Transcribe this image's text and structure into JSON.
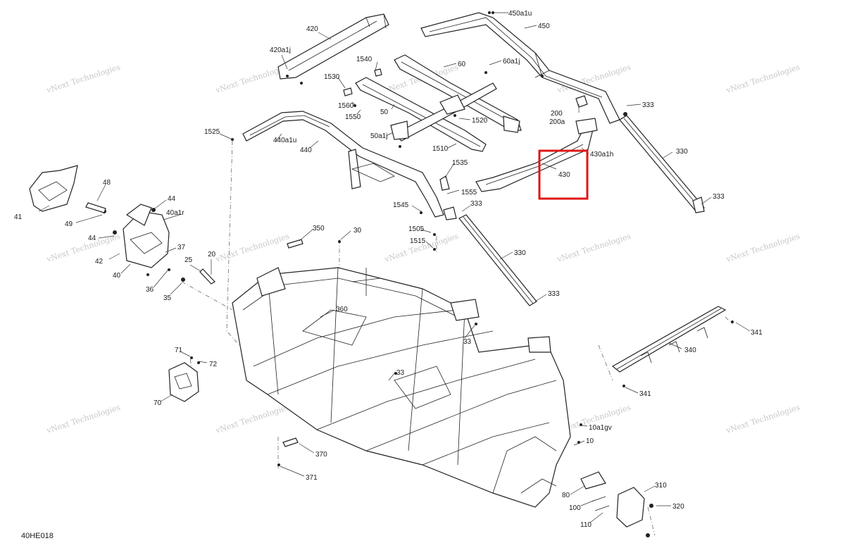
{
  "diagram_id": "40HE018",
  "watermark": "vNext Technologies",
  "highlight_color": "#e01616",
  "callouts": {
    "c420": "420",
    "c420a1j": "420a1j",
    "c450a1u": "450a1u",
    "c450": "450",
    "c60": "60",
    "c60a1j": "60a1j",
    "c1540": "1540",
    "c1530": "1530",
    "c1560": "1560",
    "c1550": "1550",
    "c50": "50",
    "c333a": "333",
    "c200": "200",
    "c200a": "200a",
    "c1520": "1520",
    "c50a1j": "50a1j",
    "c1510": "1510",
    "c1525": "1525",
    "c440a1u": "440a1u",
    "c440": "440",
    "c430a1h": "430a1h",
    "c330a": "330",
    "c430": "430",
    "c1535": "1535",
    "c48": "48",
    "c44a": "44",
    "c40a1r": "40a1r",
    "c1555": "1555",
    "c333b": "333",
    "c1545": "1545",
    "c333c": "333",
    "c41": "41",
    "c49": "49",
    "c350": "350",
    "c30": "30",
    "c1505": "1505",
    "c44b": "44",
    "c1515": "1515",
    "c37": "37",
    "c42": "42",
    "c330b": "330",
    "c20": "20",
    "c25": "25",
    "c40": "40",
    "c36": "36",
    "c35": "35",
    "c333d": "333",
    "c360": "360",
    "c341a": "341",
    "c33a": "33",
    "c71": "71",
    "c72": "72",
    "c340": "340",
    "c33b": "33",
    "c341b": "341",
    "c70": "70",
    "c10a1gv": "10a1gv",
    "c10": "10",
    "c370": "370",
    "c371": "371",
    "c310": "310",
    "c80": "80",
    "c100": "100",
    "c320": "320",
    "c110": "110"
  }
}
